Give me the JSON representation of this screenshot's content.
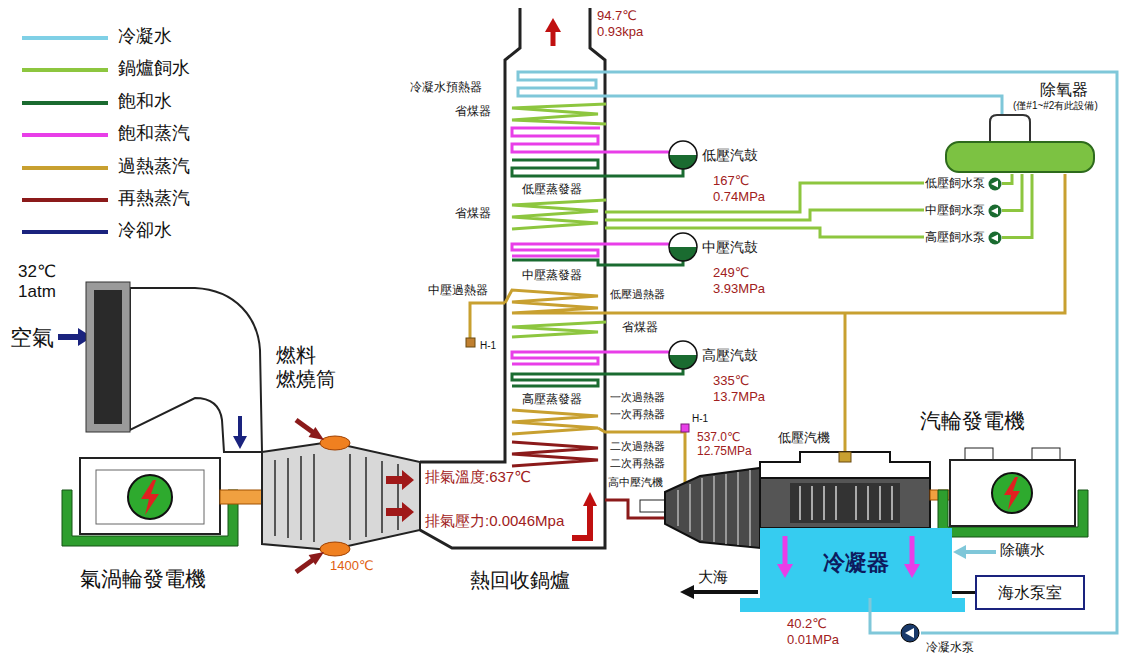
{
  "diagram": {
    "nodes": [
      {
        "text": [
          "除氧器",
          "(僅#1~#2有此設備)"
        ]
      },
      {
        "text": [
          "低壓汽鼓",
          "167℃ 0.74MPa"
        ]
      },
      {
        "text": [
          "低壓飼水泵"
        ]
      },
      {
        "text": [
          "中壓飼水泵"
        ]
      },
      {
        "text": [
          "高壓飼水泵"
        ]
      },
      {
        "text": [
          "中壓汽鼓",
          "249℃ 3.93MPa"
        ]
      },
      {
        "text": [
          "高壓汽鼓",
          "335℃ 13.7MPa"
        ]
      },
      {
        "text": [
          "冷凝器"
        ]
      },
      {
        "text": [
          "海水泵室"
        ]
      },
      {
        "text": [
          "冷凝水泵"
        ]
      }
    ],
    "edges": [
      {
        "from": 0,
        "to": 2,
        "arrow": "none"
      },
      {
        "from": 0,
        "to": 3,
        "arrow": "none"
      },
      {
        "from": 0,
        "to": 4,
        "arrow": "none"
      },
      {
        "from": 8,
        "to": 7,
        "arrow": "none"
      },
      {
        "from": 7,
        "to": 9,
        "arrow": "none"
      }
    ],
    "labels": [
      "94.7℃ 0.93kpa",
      "冷凝水預熱器",
      "省煤器",
      "低壓蒸發器",
      "省煤器",
      "32℃ 1atm",
      "中壓蒸發器",
      "中壓過熱器",
      "低壓過熱器",
      "空氣",
      "省煤器",
      "H-1",
      "燃料 燃燒筒",
      "高壓蒸發器",
      "一次過熱器",
      "一次再熱器",
      "汽輪發電機",
      "H-1",
      "537.0℃ 12.75MPa",
      "低壓汽機",
      "二次過熱器",
      "二次再熱器",
      "排氣溫度:637℃",
      "高中壓汽機",
      "排氣壓力:0.0046Mpa",
      "除礦水",
      "1400℃",
      "氣渦輪發電機",
      "熱回收鍋爐",
      "大海",
      "40.2℃ 0.01MPa"
    ],
    "legend": [
      {
        "text": "冷凝水"
      },
      {
        "text": "鍋爐飼水"
      },
      {
        "text": "飽和水"
      },
      {
        "text": "飽和蒸汽"
      },
      {
        "text": "過熱蒸汽"
      },
      {
        "text": "再熱蒸汽"
      },
      {
        "text": "冷卻水"
      }
    ]
  }
}
